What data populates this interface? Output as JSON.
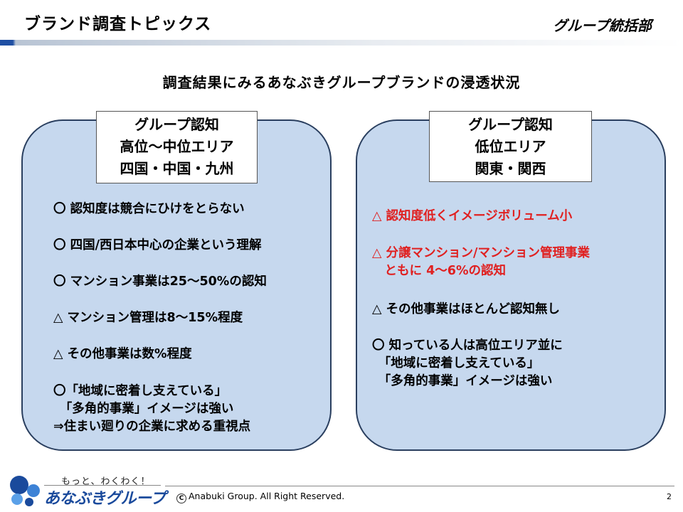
{
  "header": {
    "title": "ブランド調査トピックス",
    "department": "グループ統括部"
  },
  "subtitle": "調査結果にみるあなぶきグループブランドの浸透状況",
  "left_panel": {
    "label_lines": [
      "グループ認知",
      "高位～中位エリア",
      "四国・中国・九州"
    ],
    "items": [
      "〇 認知度は競合にひけをとらない",
      "〇 四国/西日本中心の企業という理解",
      "〇 マンション事業は25～50%の認知",
      "△ マンション管理は8～15%程度",
      "△ その他事業は数%程度",
      "〇「地域に密着し支えている」",
      "　「多角的事業」イメージは強い",
      "⇒住まい廻りの企業に求める重視点"
    ]
  },
  "right_panel": {
    "label_lines": [
      "グループ認知",
      "低位エリア",
      "関東・関西"
    ],
    "items": [
      "△ 認知度低くイメージボリューム小",
      "△ 分譲マンション/マンション管理事業",
      "　ともに 4～6%の認知",
      "△ その他事業はほとんど認知無し",
      "〇 知っている人は高位エリア並に",
      "　「地域に密着し支えている」",
      "　「多角的事業」イメージは強い"
    ]
  },
  "colors": {
    "panel_fill": "#c6d8ee",
    "panel_border": "#2a3f5f",
    "highlight_red": "#e02020",
    "brand_blue": "#1a4a9c"
  },
  "footer": {
    "tagline": "もっと、わくわく！",
    "logo_text": "あなぶきグループ",
    "copyright": "Anabuki Group.  All Right Reserved.",
    "page_number": "2",
    "copyright_icon": "copyright-icon"
  }
}
